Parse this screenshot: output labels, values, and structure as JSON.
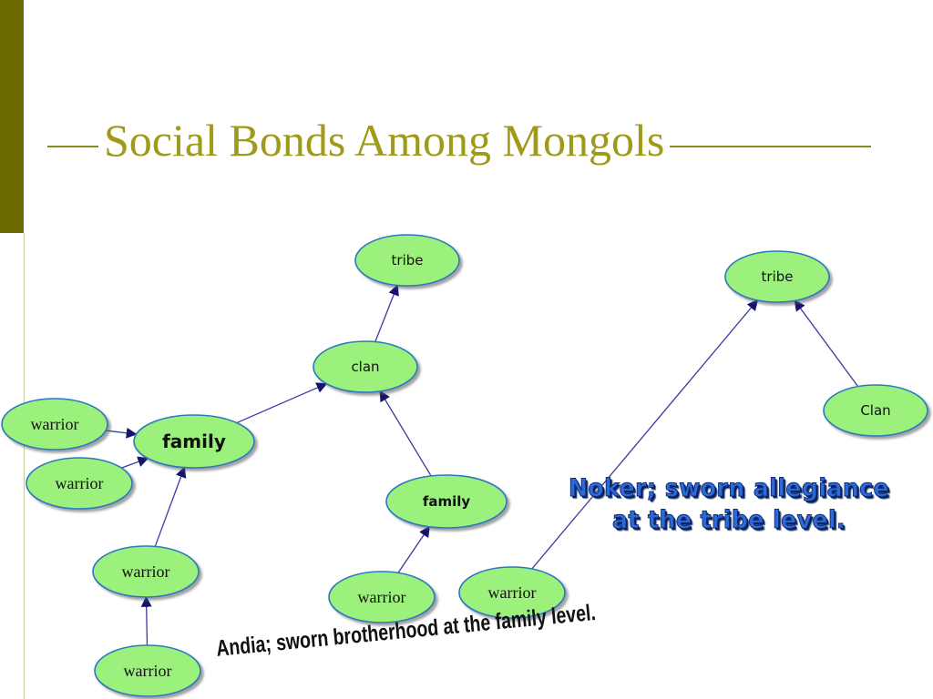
{
  "slide": {
    "title": "Social Bonds Among Mongols",
    "accent_color": "#a09a1a",
    "sidebar_color": "#6b6b00"
  },
  "diagram": {
    "node_fill": "#9cf07c",
    "node_stroke": "#2a78c0",
    "edge_color": "#3a3aa0",
    "arrowhead_color": "#14146e",
    "nodes": [
      {
        "id": "tribe_a",
        "label": "tribe",
        "style": "sans"
      },
      {
        "id": "clan_a",
        "label": "clan",
        "style": "sans"
      },
      {
        "id": "family_a",
        "label": "family",
        "style": "sans-bold-big"
      },
      {
        "id": "family_b",
        "label": "family",
        "style": "sans-bold"
      },
      {
        "id": "warrior_1",
        "label": "warrior",
        "style": "serif"
      },
      {
        "id": "warrior_2",
        "label": "warrior",
        "style": "serif"
      },
      {
        "id": "warrior_3",
        "label": "warrior",
        "style": "serif"
      },
      {
        "id": "warrior_4",
        "label": "warrior",
        "style": "serif"
      },
      {
        "id": "warrior_5",
        "label": "warrior",
        "style": "serif"
      },
      {
        "id": "warrior_6",
        "label": "warrior",
        "style": "serif"
      },
      {
        "id": "tribe_b",
        "label": "tribe",
        "style": "sans"
      },
      {
        "id": "clan_b",
        "label": "Clan",
        "style": "sans"
      }
    ],
    "edges": [
      {
        "from": "clan_a",
        "to": "tribe_a"
      },
      {
        "from": "family_a",
        "to": "clan_a"
      },
      {
        "from": "family_b",
        "to": "clan_a"
      },
      {
        "from": "warrior_1",
        "to": "family_a"
      },
      {
        "from": "warrior_2",
        "to": "family_a"
      },
      {
        "from": "warrior_3",
        "to": "family_a"
      },
      {
        "from": "warrior_4",
        "to": "warrior_3"
      },
      {
        "from": "warrior_5",
        "to": "family_b"
      },
      {
        "from": "warrior_6",
        "to": "tribe_b"
      },
      {
        "from": "clan_b",
        "to": "tribe_b"
      }
    ]
  },
  "captions": {
    "noker_line1": "Noker; sworn allegiance",
    "noker_line2": "at the tribe level.",
    "andia": "Andia; sworn brotherhood at the family level."
  }
}
